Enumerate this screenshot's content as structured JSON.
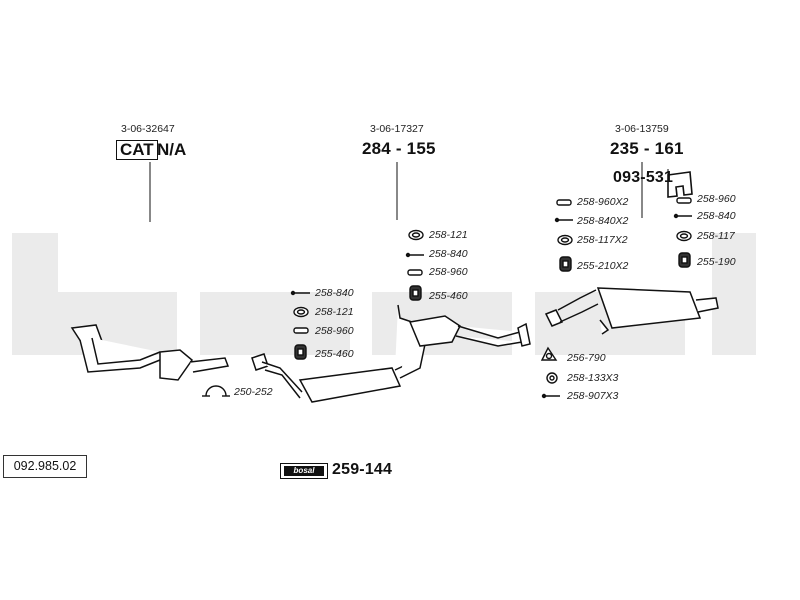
{
  "watermark": "bosal",
  "reference_number": "092.985.02",
  "groups": [
    {
      "oe_number": "3-06-32647",
      "cat_label": "CAT",
      "part_label": "N/A"
    },
    {
      "oe_number": "3-06-17327",
      "part_label": "284 - 155"
    },
    {
      "oe_number": "3-06-13759",
      "part_label": "235 - 161",
      "bracket_label": "093-531"
    }
  ],
  "left_fittings": [
    "258-840",
    "258-121",
    "258-960",
    "255-460"
  ],
  "clamp_left": "250-252",
  "middle_fittings": [
    "258-121",
    "258-840",
    "258-960",
    "255-460"
  ],
  "right_left_fittings": [
    "258-960X2",
    "258-840X2",
    "258-117X2",
    "255-210X2"
  ],
  "right_right_fittings": [
    "258-960",
    "258-840",
    "258-117",
    "255-190"
  ],
  "bottom_right_fittings": [
    "256-790",
    "258-133X3",
    "258-907X3"
  ],
  "kit": {
    "logo_text": "bosal",
    "number": "259-144"
  },
  "colors": {
    "watermark": "#ebebeb",
    "line": "#111111"
  }
}
